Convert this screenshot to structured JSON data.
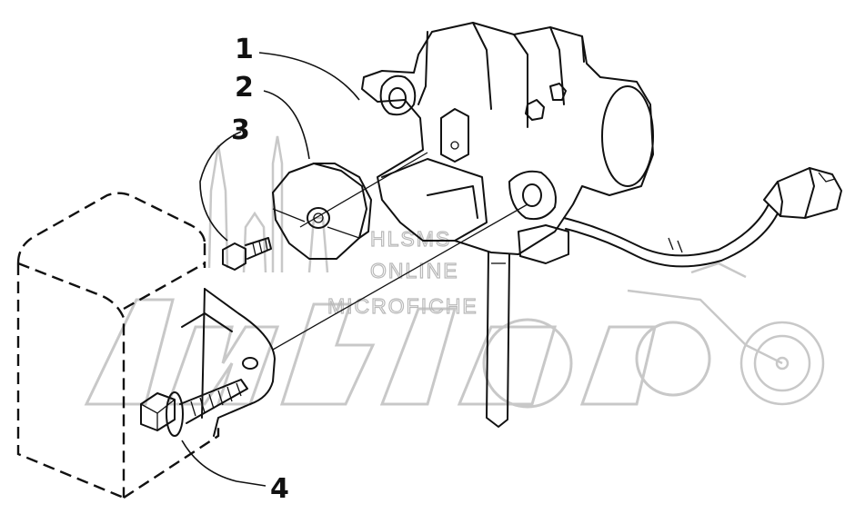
{
  "callouts": [
    {
      "label": "1"
    },
    {
      "label": "2"
    },
    {
      "label": "3"
    },
    {
      "label": "4"
    }
  ],
  "watermark": {
    "line1": "HLSMS",
    "line2": "ONLINE",
    "line3": "MICROFICHE"
  },
  "colors": {
    "ink": "#111111",
    "watermark": "#b9b9b9",
    "background": "#ffffff"
  }
}
